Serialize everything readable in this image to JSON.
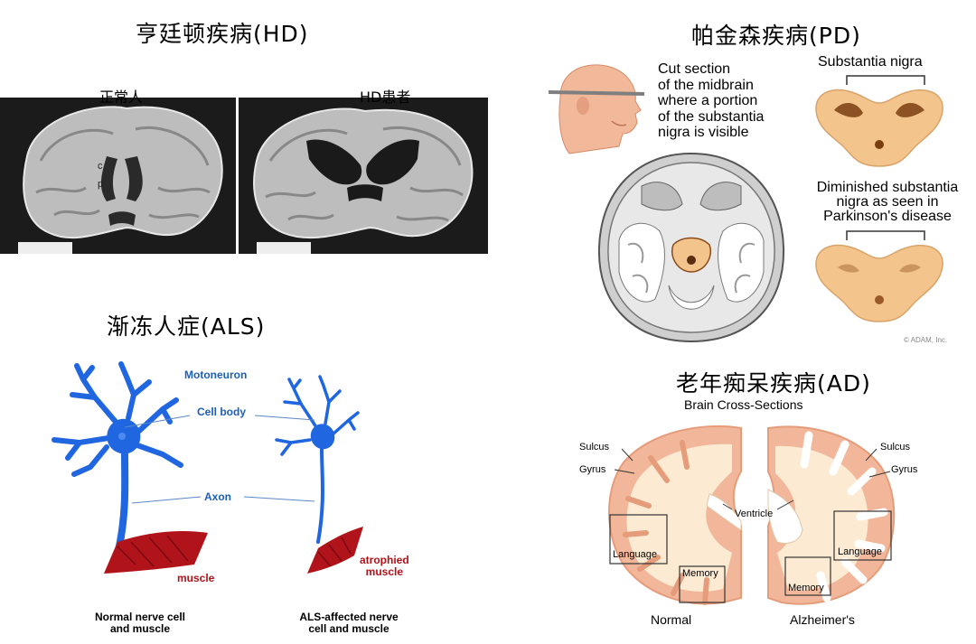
{
  "hd": {
    "title": "亨廷顿疾病(HD)",
    "label_normal": "正常人",
    "label_patient": "HD患者",
    "marker_c": "c",
    "marker_p": "p"
  },
  "pd": {
    "title": "帕金森疾病(PD)",
    "cut_section_text": [
      "Cut section",
      "of the midbrain",
      "where a portion",
      "of the substantia",
      "nigra is visible"
    ],
    "substantia_nigra_label": "Substantia nigra",
    "diminished_text": [
      "Diminished substantia",
      "nigra as seen in",
      "Parkinson's disease"
    ],
    "credit": "© ADAM, Inc."
  },
  "als": {
    "title": "渐冻人症(ALS)",
    "motoneuron": "Motoneuron",
    "cell_body": "Cell body",
    "axon": "Axon",
    "muscle": "muscle",
    "atrophied_muscle": [
      "atrophied",
      "muscle"
    ],
    "caption_normal": [
      "Normal nerve cell",
      "and muscle"
    ],
    "caption_affected": [
      "ALS-affected nerve",
      "cell and muscle"
    ]
  },
  "ad": {
    "title": "老年痴呆疾病(AD)",
    "heading": "Brain Cross-Sections",
    "sulcus_left": "Sulcus",
    "gyrus_left": "Gyrus",
    "sulcus_right": "Sulcus",
    "gyrus_right": "Gyrus",
    "ventricle": "Ventricle",
    "language_left": "Language",
    "memory_left": "Memory",
    "language_right": "Language",
    "memory_right": "Memory",
    "caption_normal": "Normal",
    "caption_alzheimers": "Alzheimer's"
  },
  "colors": {
    "neuron_blue": "#1f66e0",
    "label_blue": "#1d5fb8",
    "muscle_red": "#b0141a",
    "brain_pink": "#f2b79a",
    "brain_white": "#fcebd2",
    "nigra_tan": "#f3c58c",
    "nigra_dark": "#7a3d12"
  }
}
